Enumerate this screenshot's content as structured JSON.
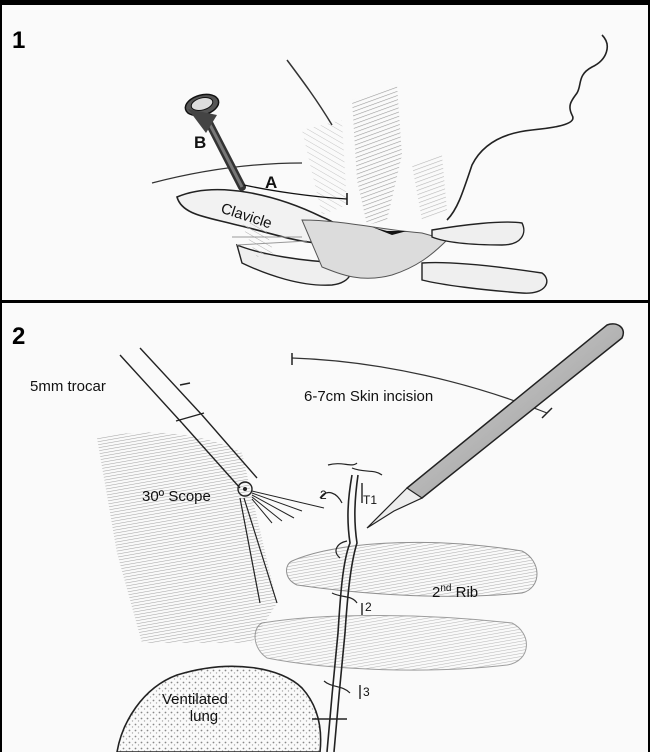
{
  "panel1": {
    "number": "1",
    "labels": {
      "b": "B",
      "a": "A",
      "clavicle": "Clavicle"
    }
  },
  "panel2": {
    "number": "2",
    "labels": {
      "trocar": "5mm trocar",
      "incision": "6-7cm Skin incision",
      "scope": "30º Scope",
      "rib_base": "2",
      "rib_sup": "nd",
      "rib_rest": " Rib",
      "lung_line1": "Ventilated",
      "lung_line2": "lung"
    },
    "rib_markers": [
      "T1",
      "2",
      "3",
      "2"
    ]
  },
  "colors": {
    "ink": "#222222",
    "shade": "#9a9a9a",
    "border": "#000000"
  }
}
